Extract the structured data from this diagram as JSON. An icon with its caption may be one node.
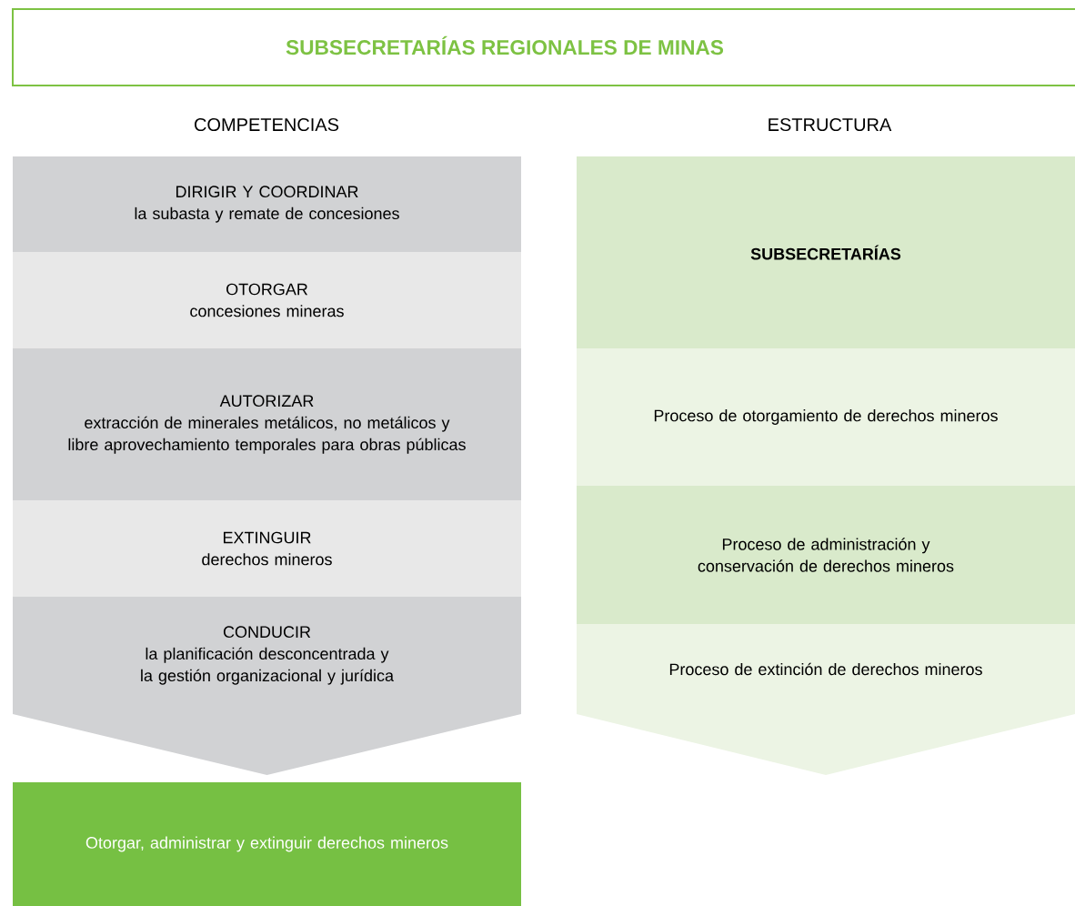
{
  "diagram": {
    "title": "SUBSECRETARÍAS REGIONALES DE MINAS",
    "nodes": [
      {
        "text": [
          "DIRIGIR Y COORDINAR",
          "la subasta y remate de concesiones"
        ]
      },
      {
        "text": [
          "OTORGAR",
          "concesiones mineras"
        ]
      },
      {
        "text": [
          "AUTORIZAR",
          "extracción de minerales metálicos, no metálicos y libre aprovechamiento temporales para obras públicas"
        ]
      },
      {
        "text": [
          "EXTINGUIR",
          "derechos mineros"
        ]
      },
      {
        "text": [
          "CONDUCIR",
          "la planificación desconcentrada y la gestión organizacional y jurídica"
        ]
      },
      {
        "text": [
          "Otorgar, administrar y extinguir derechos mineros"
        ]
      },
      {
        "text": [
          "SUBSECRETARÍAS"
        ]
      },
      {
        "text": [
          "Proceso de otorgamiento de derechos mineros"
        ]
      },
      {
        "text": [
          "Proceso de administración y conservación de derechos mineros"
        ]
      },
      {
        "text": [
          "Proceso de extinción de derechos mineros"
        ]
      }
    ],
    "labels": [
      "COMPETENCIAS",
      "ESTRUCTURA"
    ]
  }
}
